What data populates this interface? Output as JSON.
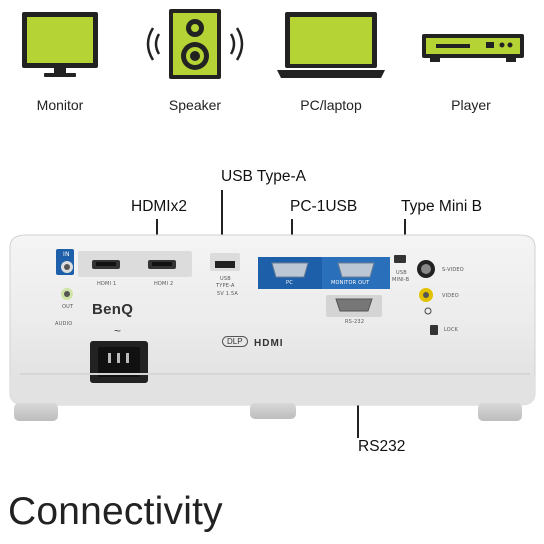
{
  "devices": [
    {
      "label": "Monitor",
      "icon": "monitor-icon"
    },
    {
      "label": "Speaker",
      "icon": "speaker-icon"
    },
    {
      "label": "PC/laptop",
      "icon": "laptop-icon"
    },
    {
      "label": "Player",
      "icon": "player-icon"
    }
  ],
  "callouts": {
    "usb_type_a": "USB Type-A",
    "hdmi_x2": "HDMIx2",
    "pc_usb": "PC-1USB",
    "type_mini_b": "Type Mini B",
    "rs232": "RS232"
  },
  "panel": {
    "in": "IN",
    "out": "OUT",
    "audio": "AUDIO",
    "hdmi1": "HDMI 1",
    "hdmi2": "HDMI 2",
    "usb_a_line1": "USB",
    "usb_a_line2": "TYPE-A",
    "usb_a_line3": "5V 1.5A",
    "pc": "PC",
    "monitor_out": "MONITOR OUT",
    "usb_mini_line1": "USB",
    "usb_mini_line2": "MINI-B",
    "rs232_port": "RS-232",
    "s_video": "S-VIDEO",
    "video": "VIDEO",
    "lock": "LOCK",
    "brand": "BenQ",
    "dlp": "DLP",
    "hdmi_logo": "HDMI",
    "power_symbol": "~"
  },
  "heading": "Connectivity",
  "colors": {
    "accent_green": "#b5d334",
    "port_blue": "#1d5fa8",
    "icon_outline": "#222222"
  }
}
